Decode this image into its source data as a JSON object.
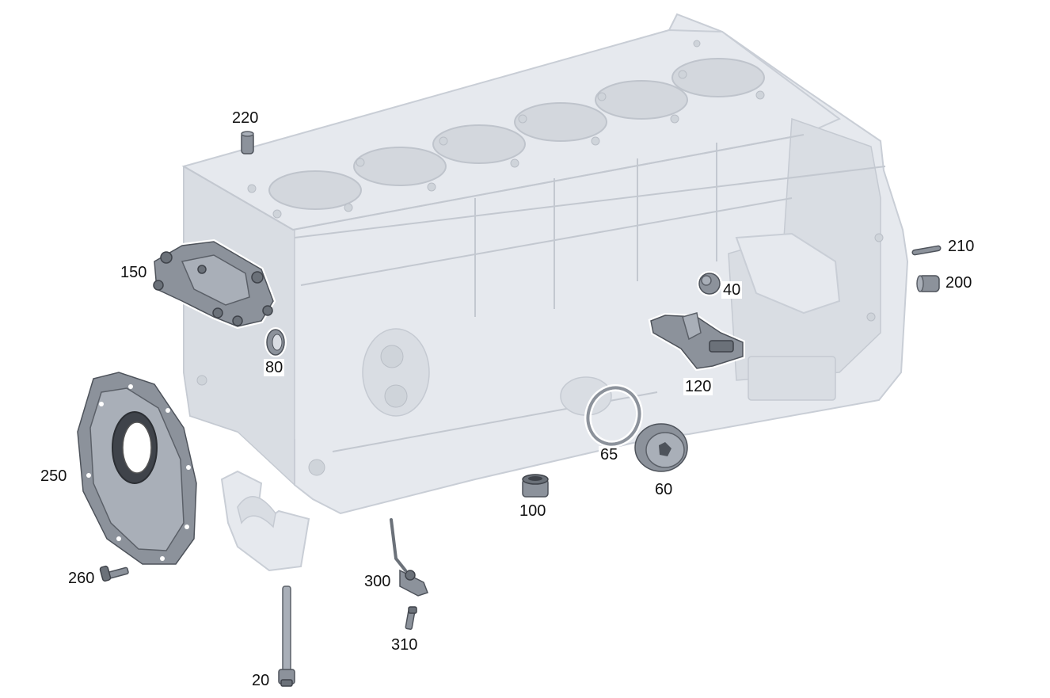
{
  "callouts": {
    "c20": "20",
    "c40": "40",
    "c60": "60",
    "c65": "65",
    "c80": "80",
    "c100": "100",
    "c120": "120",
    "c150": "150",
    "c200": "200",
    "c210": "210",
    "c220": "220",
    "c250": "250",
    "c260": "260",
    "c300": "300",
    "c310": "310"
  },
  "colors": {
    "block": "#e6e9ee",
    "part_metal": "#8c929b",
    "label_text": "#111111",
    "background": "#ffffff"
  }
}
